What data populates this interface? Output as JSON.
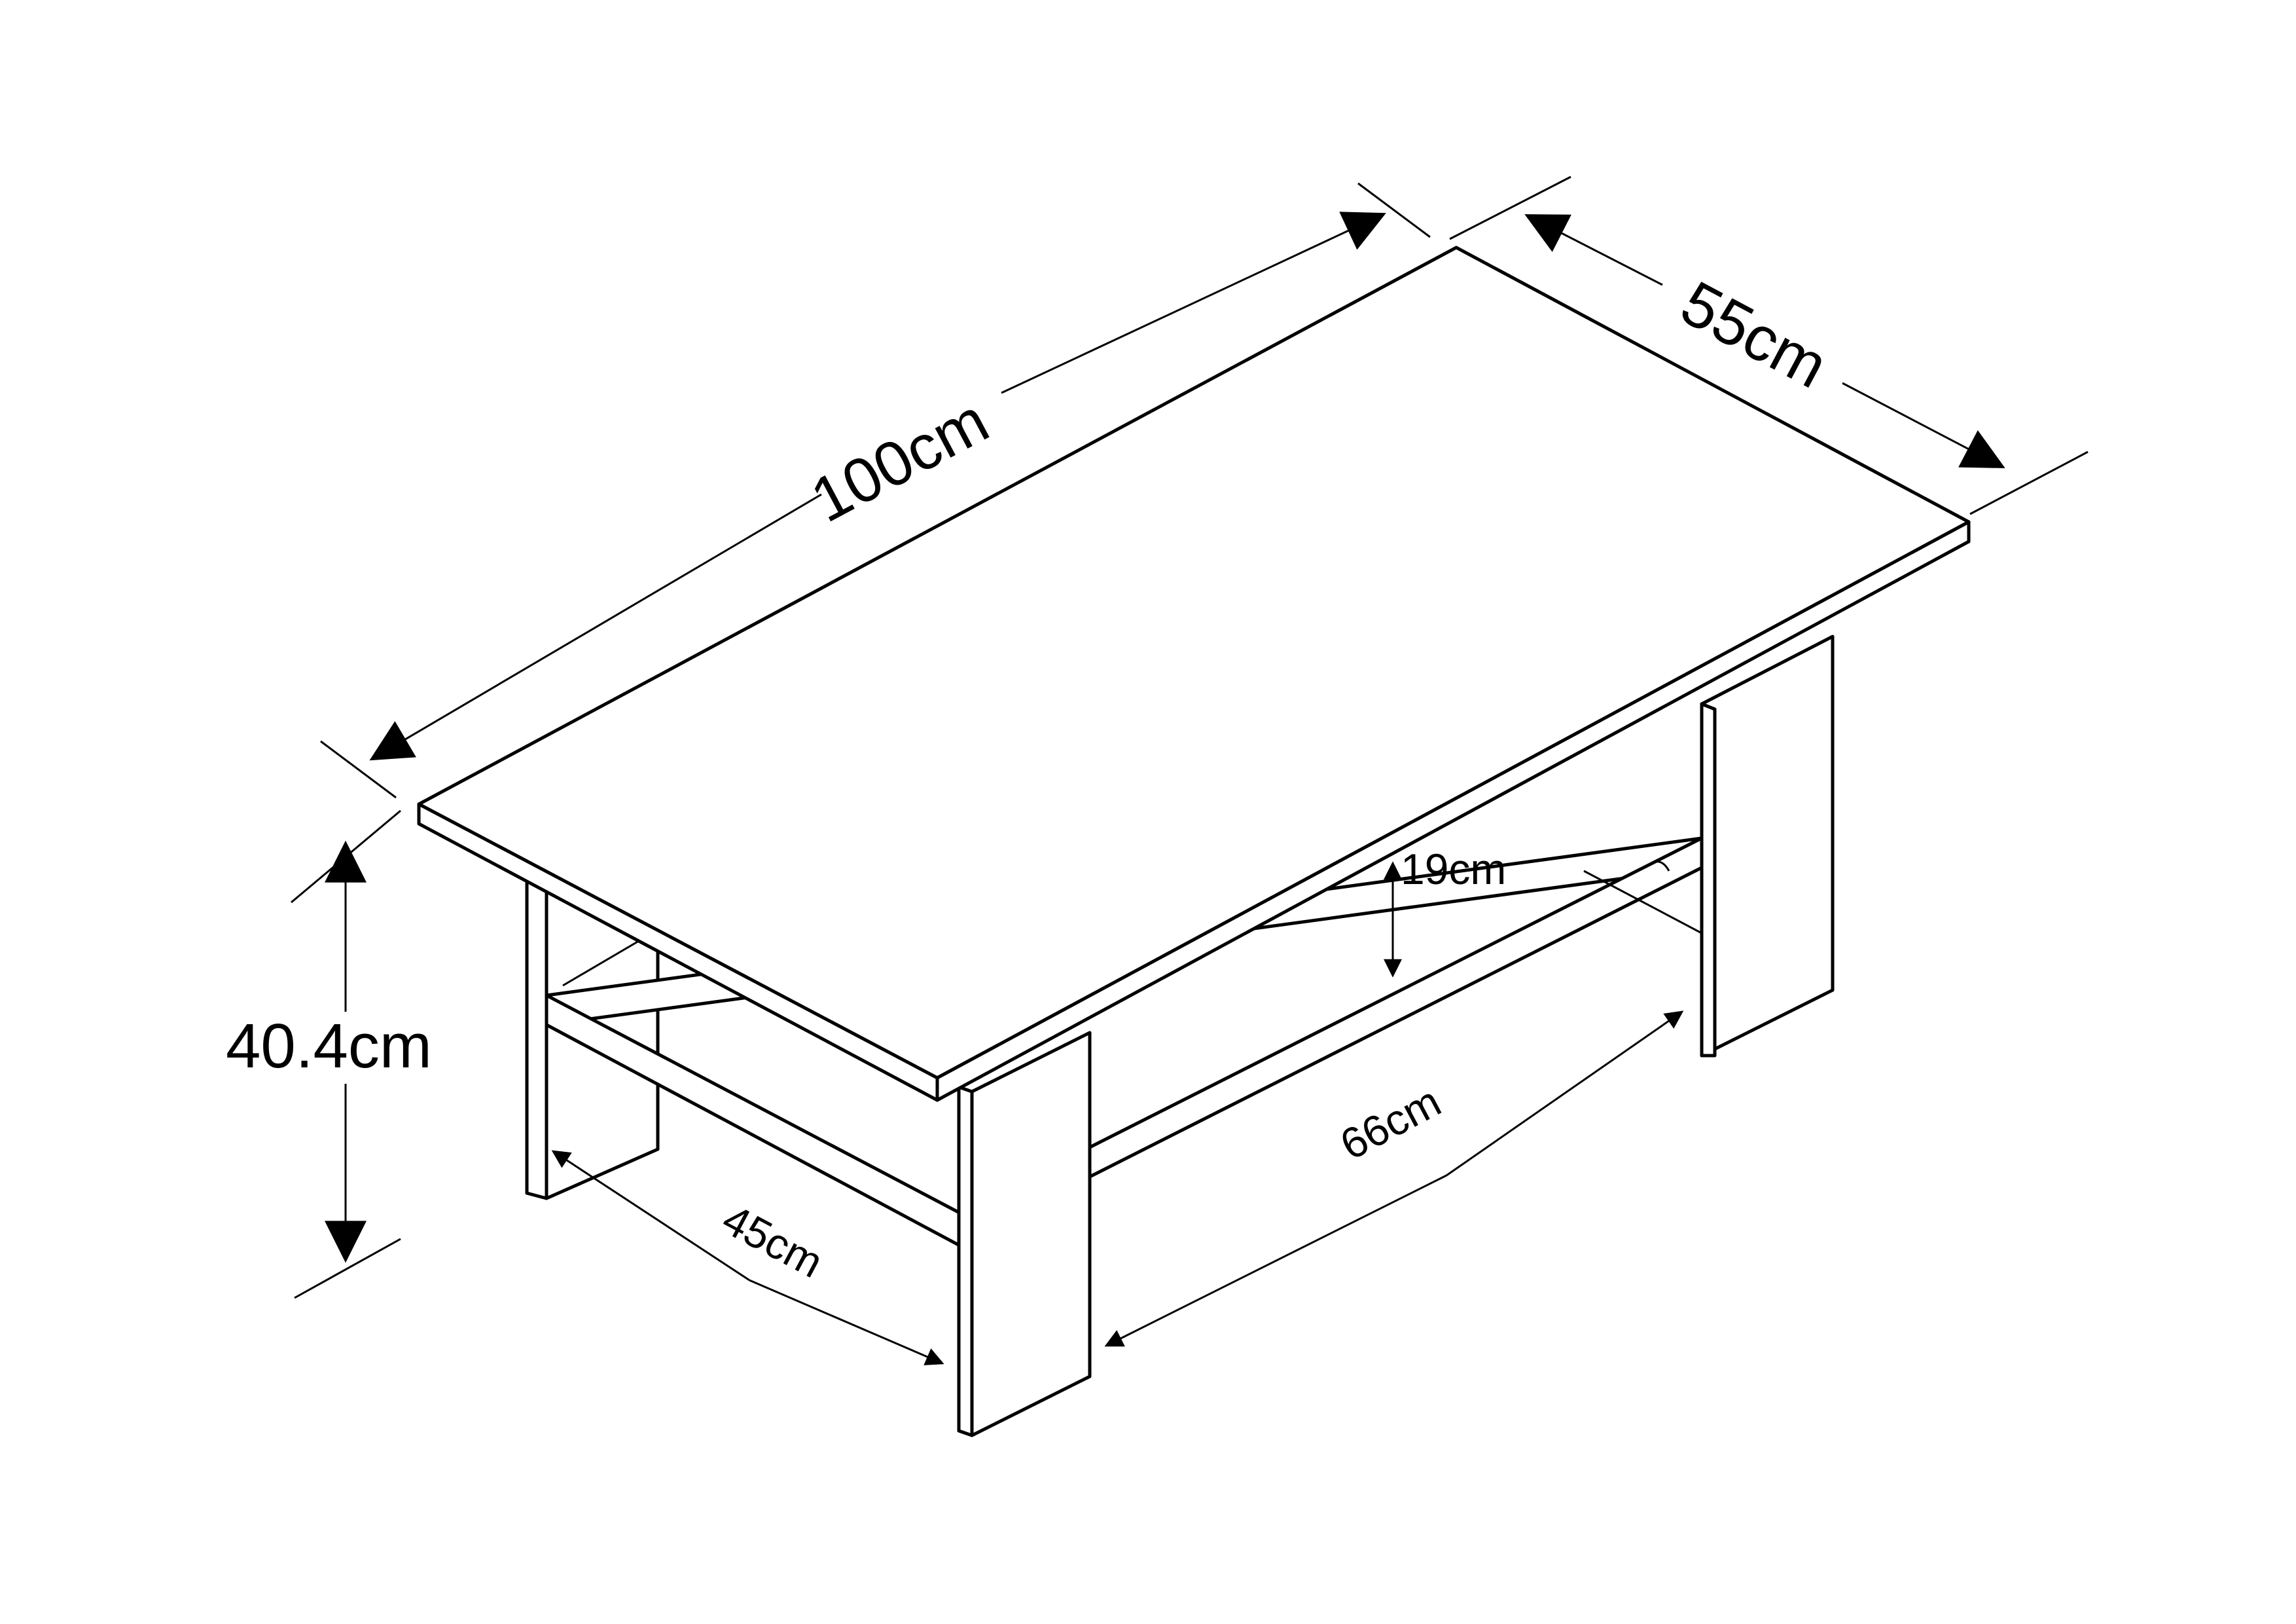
{
  "dimensions": {
    "length": "100cm",
    "width": "55cm",
    "height": "40.4cm",
    "shelf_clearance": "19cm",
    "inner_length": "66cm",
    "inner_depth": "45cm"
  }
}
